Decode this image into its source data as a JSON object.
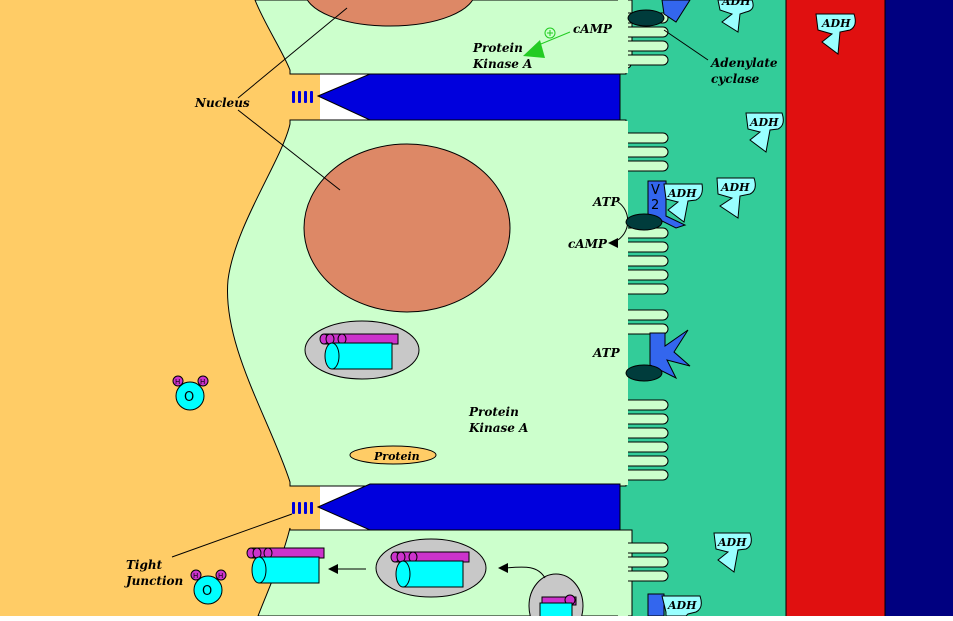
{
  "colors": {
    "lumen": "#ffcc66",
    "cell": "#ccffcc",
    "interstitium": "#33cc99",
    "capillary_wall": "#e01010",
    "blood": "#000080",
    "nucleus": "#dd8866",
    "junction": "#0000dd",
    "vesicle": "#c8c8c8",
    "aquaporin_body": "#00ffff",
    "aquaporin_band": "#cc33cc",
    "adh_hormone": "#99ffff",
    "receptor": "#3366ee",
    "cyclase": "#003c3c",
    "activation_arrow": "#22cc22"
  },
  "labels": {
    "nucleus": "Nucleus",
    "tight_junction_line1": "Tight",
    "tight_junction_line2": "Junction",
    "pka_top_line1": "Protein",
    "pka_top_line2": "Kinase A",
    "pka_mid_line1": "Protein",
    "pka_mid_line2": "Kinase A",
    "camp_top": "cAMP",
    "adenylate_line1": "Adenylate",
    "adenylate_line2": "cyclase",
    "atp_1": "ATP",
    "camp_mid": "cAMP",
    "atp_2": "ATP",
    "protein": "Protein",
    "plus": "+",
    "receptor_line1": "V",
    "receptor_line2": "2",
    "water_o": "O",
    "water_h": "H"
  },
  "adh_labels": [
    "ADH",
    "ADH",
    "ADH",
    "ADH",
    "ADH",
    "ADH",
    "ADH"
  ]
}
